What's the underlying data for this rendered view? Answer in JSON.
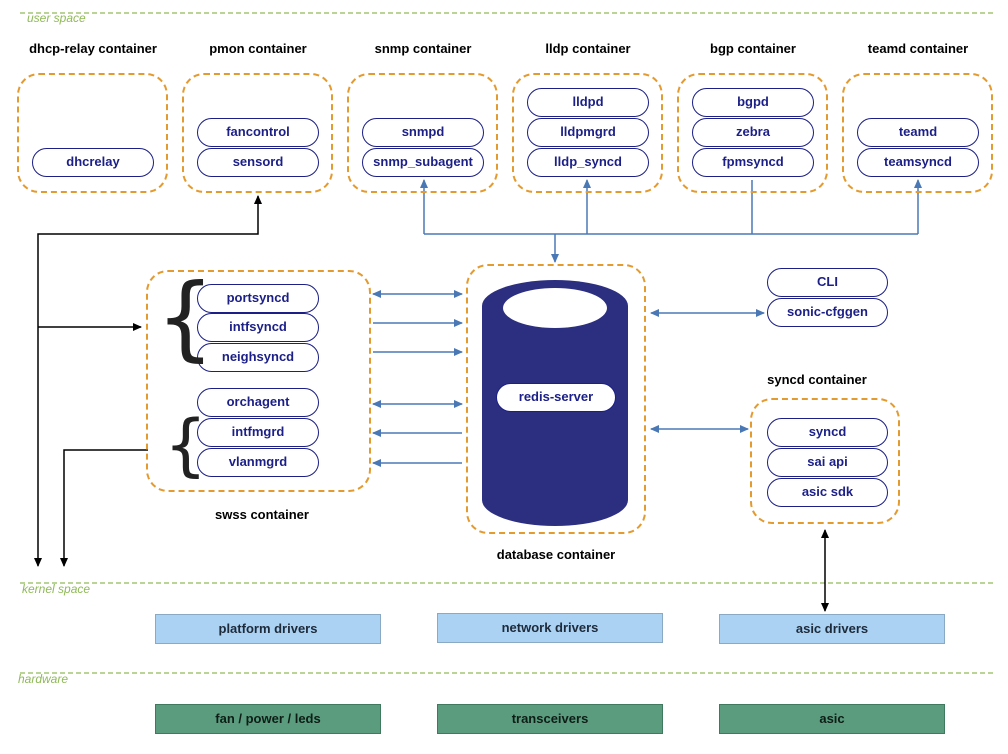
{
  "layers": {
    "user": "user space",
    "kernel": "kernel space",
    "hardware": "hardware"
  },
  "containers": {
    "dhcp_relay": {
      "title": "dhcp-relay container",
      "processes": [
        "dhcrelay"
      ]
    },
    "pmon": {
      "title": "pmon container",
      "processes": [
        "fancontrol",
        "sensord"
      ]
    },
    "snmp": {
      "title": "snmp container",
      "processes": [
        "snmpd",
        "snmp_subagent"
      ]
    },
    "lldp": {
      "title": "lldp container",
      "processes": [
        "lldpd",
        "lldpmgrd",
        "lldp_syncd"
      ]
    },
    "bgp": {
      "title": "bgp container",
      "processes": [
        "bgpd",
        "zebra",
        "fpmsyncd"
      ]
    },
    "teamd": {
      "title": "teamd container",
      "processes": [
        "teamd",
        "teamsyncd"
      ]
    },
    "swss": {
      "title": "swss container",
      "processes": [
        "portsyncd",
        "intfsyncd",
        "neighsyncd",
        "orchagent",
        "intfmgrd",
        "vlanmgrd"
      ]
    },
    "database": {
      "title": "database container",
      "processes": [
        "redis-server"
      ]
    },
    "syncd": {
      "title": "syncd container",
      "processes": [
        "syncd",
        "sai api",
        "asic sdk"
      ]
    }
  },
  "tools": [
    "CLI",
    "sonic-cfggen"
  ],
  "drivers": [
    "platform drivers",
    "network drivers",
    "asic drivers"
  ],
  "hardware": [
    "fan / power / leds",
    "transceivers",
    "asic"
  ],
  "colors": {
    "layer_line": "#8fba57",
    "container_border": "#e39a2f",
    "process_border": "#1b1f86",
    "database_fill": "#2c2f80",
    "arrow_blue": "#4a78b5",
    "driver_fill": "#abd2f3",
    "hardware_fill": "#5b9c7f"
  }
}
